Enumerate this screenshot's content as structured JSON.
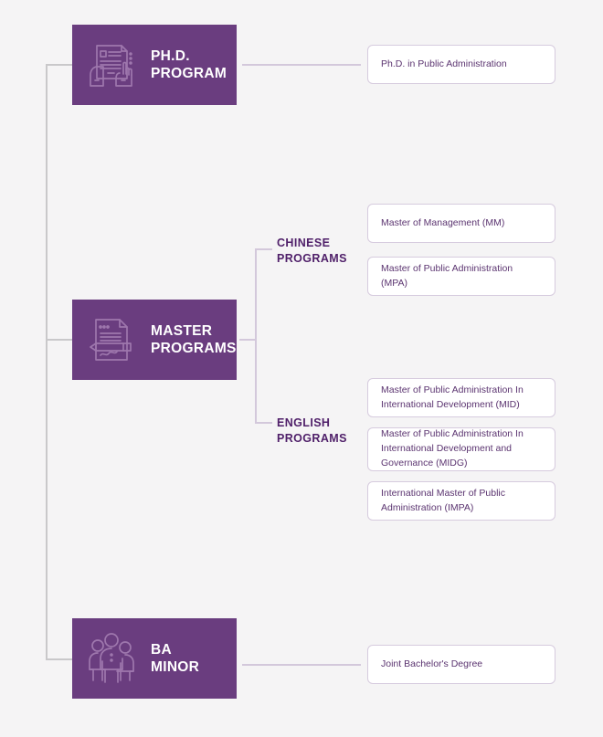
{
  "theme": {
    "background": "#f5f4f5",
    "block_purple": "#6a3d7f",
    "heading_purple": "#4f1f69",
    "box_text_purple": "#5b3470",
    "box_border": "#d6cbde",
    "trunk_line": "#c9c8ca",
    "connector_line": "#d3c8db"
  },
  "blocks": [
    {
      "id": "phd",
      "label": "PH.D.\nPROGRAM",
      "icon": "hands-holding-document-icon"
    },
    {
      "id": "master",
      "label": "MASTER\nPROGRAMS",
      "icon": "document-with-pen-icon"
    },
    {
      "id": "ba",
      "label": "BA\nMINOR",
      "icon": "three-people-icon"
    }
  ],
  "branches": [
    {
      "id": "chinese",
      "label": "CHINESE\nPROGRAMS"
    },
    {
      "id": "english",
      "label": "ENGLISH\nPROGRAMS"
    }
  ],
  "programs": {
    "phd": [
      {
        "id": "phd-pa",
        "name": "Ph.D. in Public Administration"
      }
    ],
    "chinese": [
      {
        "id": "mm",
        "name": "Master of Management (MM)"
      },
      {
        "id": "mpa",
        "name": "Master of Public Administration (MPA)"
      }
    ],
    "english": [
      {
        "id": "mid",
        "name": "Master of Public Administration In International Development (MID)"
      },
      {
        "id": "midg",
        "name": "Master of Public Administration In International Development and Governance (MIDG)"
      },
      {
        "id": "impa",
        "name": "International Master of Public Administration (IMPA)"
      }
    ],
    "ba": [
      {
        "id": "joint-bachelor",
        "name": "Joint Bachelor's Degree"
      }
    ]
  }
}
